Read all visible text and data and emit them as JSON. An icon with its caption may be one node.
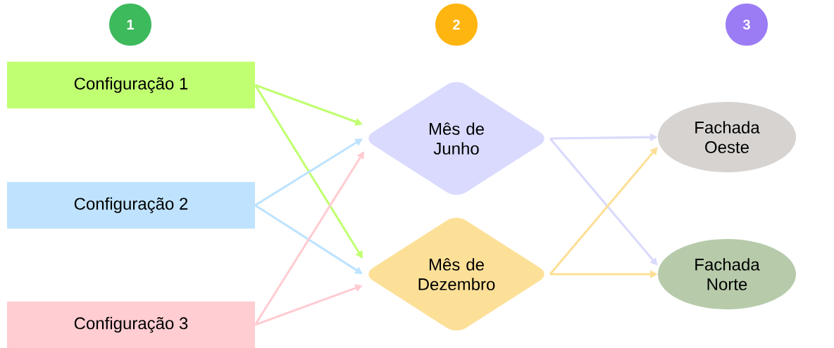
{
  "diagram": {
    "nodes": [
      {
        "text": [
          "1"
        ]
      },
      {
        "text": [
          "2"
        ]
      },
      {
        "text": [
          "3"
        ]
      },
      {
        "text": [
          "Configuração 1"
        ]
      },
      {
        "text": [
          "Configuração 2"
        ]
      },
      {
        "text": [
          "Configuração 3"
        ]
      },
      {
        "text": [
          "Mês de Junho"
        ]
      },
      {
        "text": [
          "Mês de Dezembro"
        ]
      },
      {
        "text": [
          "Fachada Oeste"
        ]
      },
      {
        "text": [
          "Fachada Norte"
        ]
      }
    ],
    "edges": [
      {
        "from": 3,
        "to": 6,
        "arrow": "to",
        "color": "#c0ff70"
      },
      {
        "from": 3,
        "to": 7,
        "arrow": "to",
        "color": "#c0ff70"
      },
      {
        "from": 4,
        "to": 6,
        "arrow": "to",
        "color": "#bde3ff"
      },
      {
        "from": 4,
        "to": 7,
        "arrow": "to",
        "color": "#bde3ff"
      },
      {
        "from": 5,
        "to": 6,
        "arrow": "to",
        "color": "#ffccd2"
      },
      {
        "from": 5,
        "to": 7,
        "arrow": "to",
        "color": "#ffccd2"
      },
      {
        "from": 6,
        "to": 8,
        "arrow": "to",
        "color": "#d9dafd"
      },
      {
        "from": 6,
        "to": 9,
        "arrow": "to",
        "color": "#d9dafd"
      },
      {
        "from": 7,
        "to": 8,
        "arrow": "to",
        "color": "#fddf96"
      },
      {
        "from": 7,
        "to": 9,
        "arrow": "to",
        "color": "#fddf96"
      }
    ]
  }
}
